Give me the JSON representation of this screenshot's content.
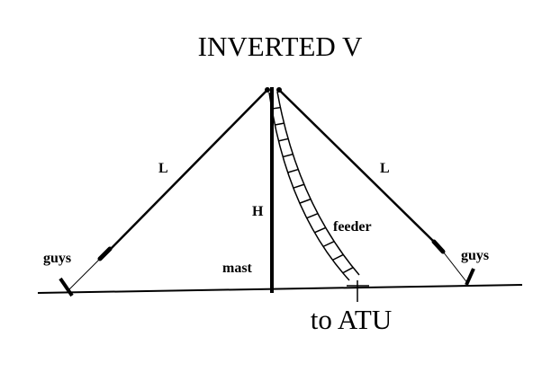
{
  "title": "INVERTED V",
  "labels": {
    "left_leg": "L",
    "right_leg": "L",
    "height": "H",
    "feeder": "feeder",
    "mast": "mast",
    "left_guys": "guys",
    "right_guys": "guys",
    "to_atu": "to ATU"
  },
  "colors": {
    "ink": "#000000",
    "background": "#ffffff"
  }
}
